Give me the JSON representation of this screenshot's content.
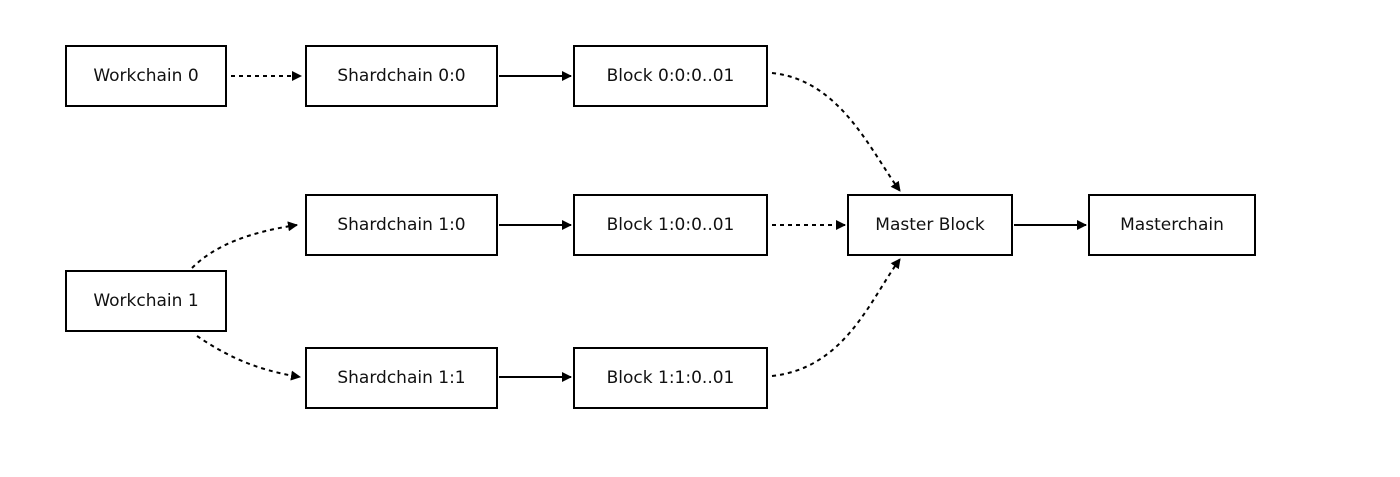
{
  "nodes": {
    "workchain_0": "Workchain 0",
    "shardchain_0_0": "Shardchain 0:0",
    "block_0_0": "Block 0:0:0..01",
    "shardchain_1_0": "Shardchain 1:0",
    "block_1_0": "Block 1:0:0..01",
    "master_block": "Master Block",
    "masterchain": "Masterchain",
    "workchain_1": "Workchain 1",
    "shardchain_1_1": "Shardchain 1:1",
    "block_1_1": "Block 1:1:0..01"
  },
  "edges": [
    {
      "from": "workchain_0",
      "to": "shardchain_0_0",
      "style": "dashed"
    },
    {
      "from": "shardchain_0_0",
      "to": "block_0_0",
      "style": "solid"
    },
    {
      "from": "block_0_0",
      "to": "master_block",
      "style": "dashed"
    },
    {
      "from": "workchain_1",
      "to": "shardchain_1_0",
      "style": "dashed"
    },
    {
      "from": "shardchain_1_0",
      "to": "block_1_0",
      "style": "solid"
    },
    {
      "from": "block_1_0",
      "to": "master_block",
      "style": "dashed"
    },
    {
      "from": "master_block",
      "to": "masterchain",
      "style": "solid"
    },
    {
      "from": "workchain_1",
      "to": "shardchain_1_1",
      "style": "dashed"
    },
    {
      "from": "shardchain_1_1",
      "to": "block_1_1",
      "style": "solid"
    },
    {
      "from": "block_1_1",
      "to": "master_block",
      "style": "dashed"
    }
  ],
  "colors": {
    "stroke": "#000000",
    "text": "#111111",
    "background": "#ffffff"
  }
}
